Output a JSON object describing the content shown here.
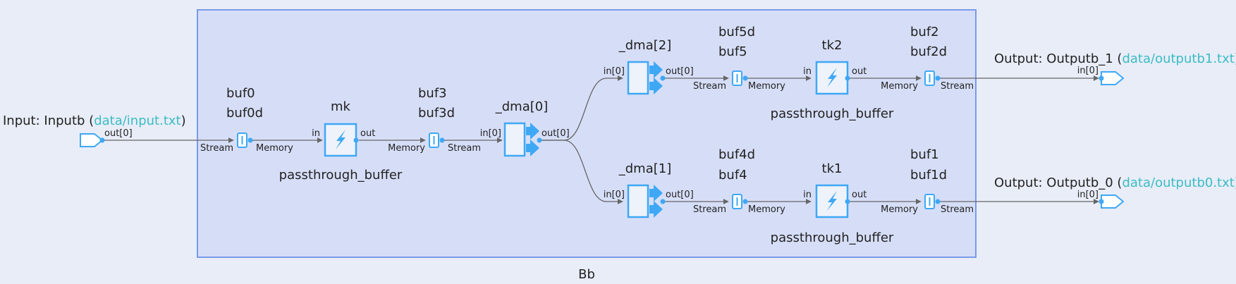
{
  "graph": {
    "name": "Bb",
    "inputs": [
      {
        "label": "Input: Inputb (",
        "file": "data/input.txt",
        "close": ")",
        "port": "out[0]"
      }
    ],
    "outputs": [
      {
        "label": "Output: Outputb_1 (",
        "file": "data/outputb1.txt",
        "close": ")",
        "port": "in[0]"
      },
      {
        "label": "Output: Outputb_0 (",
        "file": "data/outputb0.txt",
        "close": ")",
        "port": "in[0]"
      }
    ],
    "kernels": [
      {
        "name": "mk",
        "func": "passthrough_buffer",
        "in": "in",
        "out": "out"
      },
      {
        "name": "tk2",
        "func": "passthrough_buffer",
        "in": "in",
        "out": "out"
      },
      {
        "name": "tk1",
        "func": "passthrough_buffer",
        "in": "in",
        "out": "out"
      }
    ],
    "dmas": [
      {
        "name": "_dma[0]",
        "in": "in[0]",
        "out": "out[0]"
      },
      {
        "name": "_dma[2]",
        "in": "in[0]",
        "out": "out[0]"
      },
      {
        "name": "_dma[1]",
        "in": "in[0]",
        "out": "out[0]"
      }
    ],
    "buffers": [
      {
        "a": "buf0",
        "b": "buf0d",
        "left": "Stream",
        "right": "Memory"
      },
      {
        "a": "buf3",
        "b": "buf3d",
        "left": "Memory",
        "right": "Stream"
      },
      {
        "a": "buf5d",
        "b": "buf5",
        "left": "Stream",
        "right": "Memory"
      },
      {
        "a": "buf2",
        "b": "buf2d",
        "left": "Memory",
        "right": "Stream"
      },
      {
        "a": "buf4d",
        "b": "buf4",
        "left": "Stream",
        "right": "Memory"
      },
      {
        "a": "buf1",
        "b": "buf1d",
        "left": "Memory",
        "right": "Stream"
      }
    ]
  },
  "colors": {
    "accent": "#3ea8f5",
    "link": "#3bbcc4",
    "graph_fill": "#d6def7",
    "graph_border": "#7a9ae8"
  }
}
